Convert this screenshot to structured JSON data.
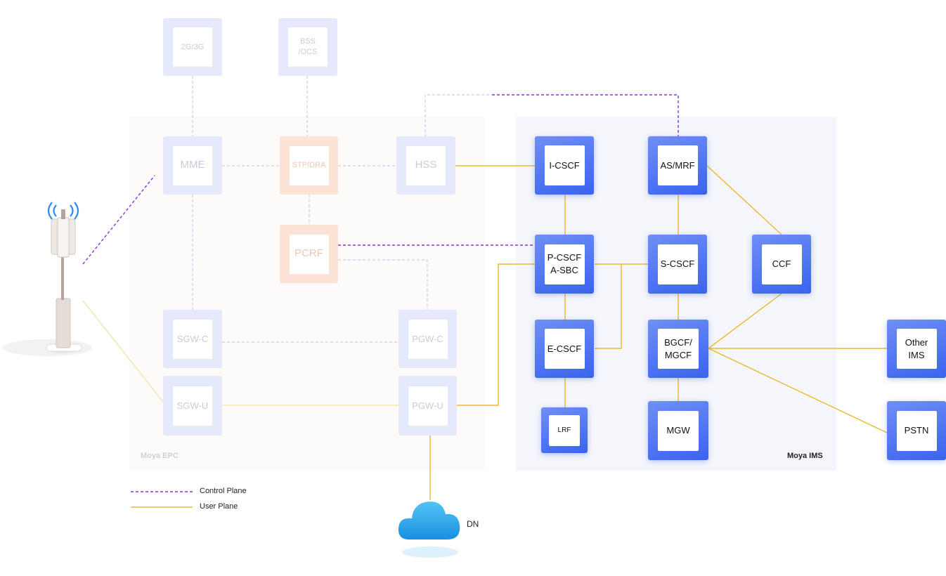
{
  "regions": {
    "epc": "Moya EPC",
    "ims": "Moya IMS"
  },
  "nodes": {
    "g23": "2G/3G",
    "bss": "BSS\n/OCS",
    "mme": "MME",
    "stp": "STP/DRA",
    "hss": "HSS",
    "pcrf": "PCRF",
    "sgwc": "SGW-C",
    "pgwc": "PGW-C",
    "sgwu": "SGW-U",
    "pgwu": "PGW-U",
    "icscf": "I-CSCF",
    "asmrf": "AS/MRF",
    "pcscf": "P-CSCF\nA-SBC",
    "scscf": "S-CSCF",
    "ccf": "CCF",
    "ecscf": "E-CSCF",
    "bgcf": "BGCF/\nMGCF",
    "otherims": "Other\nIMS",
    "lrf": "LRF",
    "mgw": "MGW",
    "pstn": "PSTN"
  },
  "legend": {
    "control": "Control Plane",
    "user": "User Plane"
  },
  "dn_label": "DN",
  "colors": {
    "control_plane": "#8e2de2",
    "control_plane_faded": "#d6c2f0",
    "user_plane": "#e8b92c",
    "user_plane_faded": "#f3e2a6",
    "ims_node": "#3a63ef",
    "cloud": "#1fa3e6"
  },
  "icons": [
    "cell-tower-icon",
    "cloud-icon"
  ]
}
